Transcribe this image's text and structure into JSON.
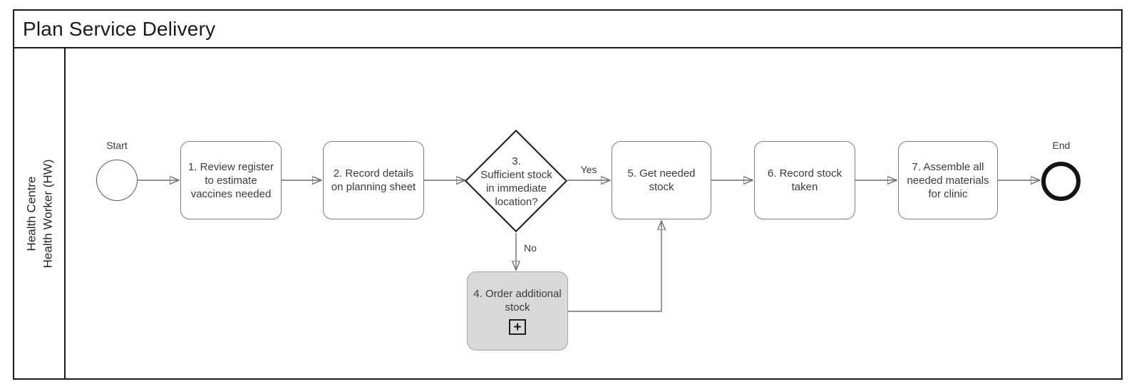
{
  "pool": {
    "title": "Plan Service Delivery",
    "lane_label": "Health Centre\nHealth Worker (HW)"
  },
  "events": {
    "start_label": "Start",
    "end_label": "End"
  },
  "tasks": {
    "t1": "1. Review register to estimate vaccines needed",
    "t2": "2. Record details on planning sheet",
    "t4": "4. Order additional stock",
    "t5": "5. Get needed stock",
    "t6": "6. Record stock taken",
    "t7": "7. Assemble all needed materials for clinic"
  },
  "gateway": {
    "label": "3.\nSufficient stock\nin immediate\nlocation?"
  },
  "flows": {
    "yes_label": "Yes",
    "no_label": "No"
  },
  "icons": {
    "subprocess_plus": "+"
  },
  "colors": {
    "frame_stroke": "#1a1a1a",
    "task_stroke": "#7f7f7f",
    "subprocess_fill": "#d9d9d9",
    "subprocess_stroke": "#a6a6a6",
    "connector_stroke": "#6e6e6e",
    "arrowhead_fill": "#1a1a1a",
    "text": "#3b3b3b"
  }
}
